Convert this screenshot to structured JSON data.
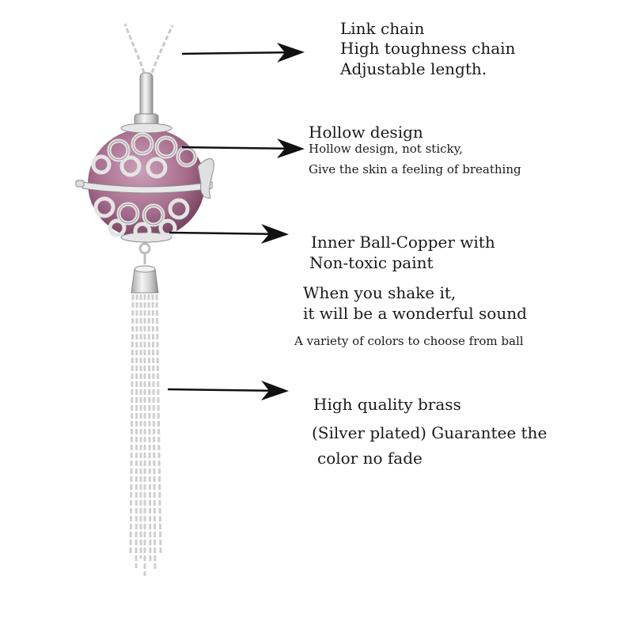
{
  "callouts": {
    "chain": {
      "lines": [
        "Link chain",
        "High toughness chain",
        "Adjustable length."
      ]
    },
    "hollow": {
      "title": "Hollow design",
      "lines": [
        "Hollow design, not sticky,",
        "Give the skin a feeling of breathing"
      ]
    },
    "inner_ball": {
      "lines": [
        "Inner Ball-Copper with",
        "Non-toxic paint",
        "When you shake it,",
        "it will be a wonderful sound",
        "A variety of colors to choose from ball"
      ]
    },
    "brass": {
      "lines": [
        "High quality brass",
        "(Silver plated) Guarantee the",
        "color no fade"
      ]
    }
  },
  "colors": {
    "silver": "#d9d9d9",
    "silver_dark": "#9a9a9a",
    "ball_pink": "#a86d8e",
    "arrow": "#111111"
  },
  "icons": [
    "necklace-pendant-illustration",
    "arrow-right-icon"
  ]
}
